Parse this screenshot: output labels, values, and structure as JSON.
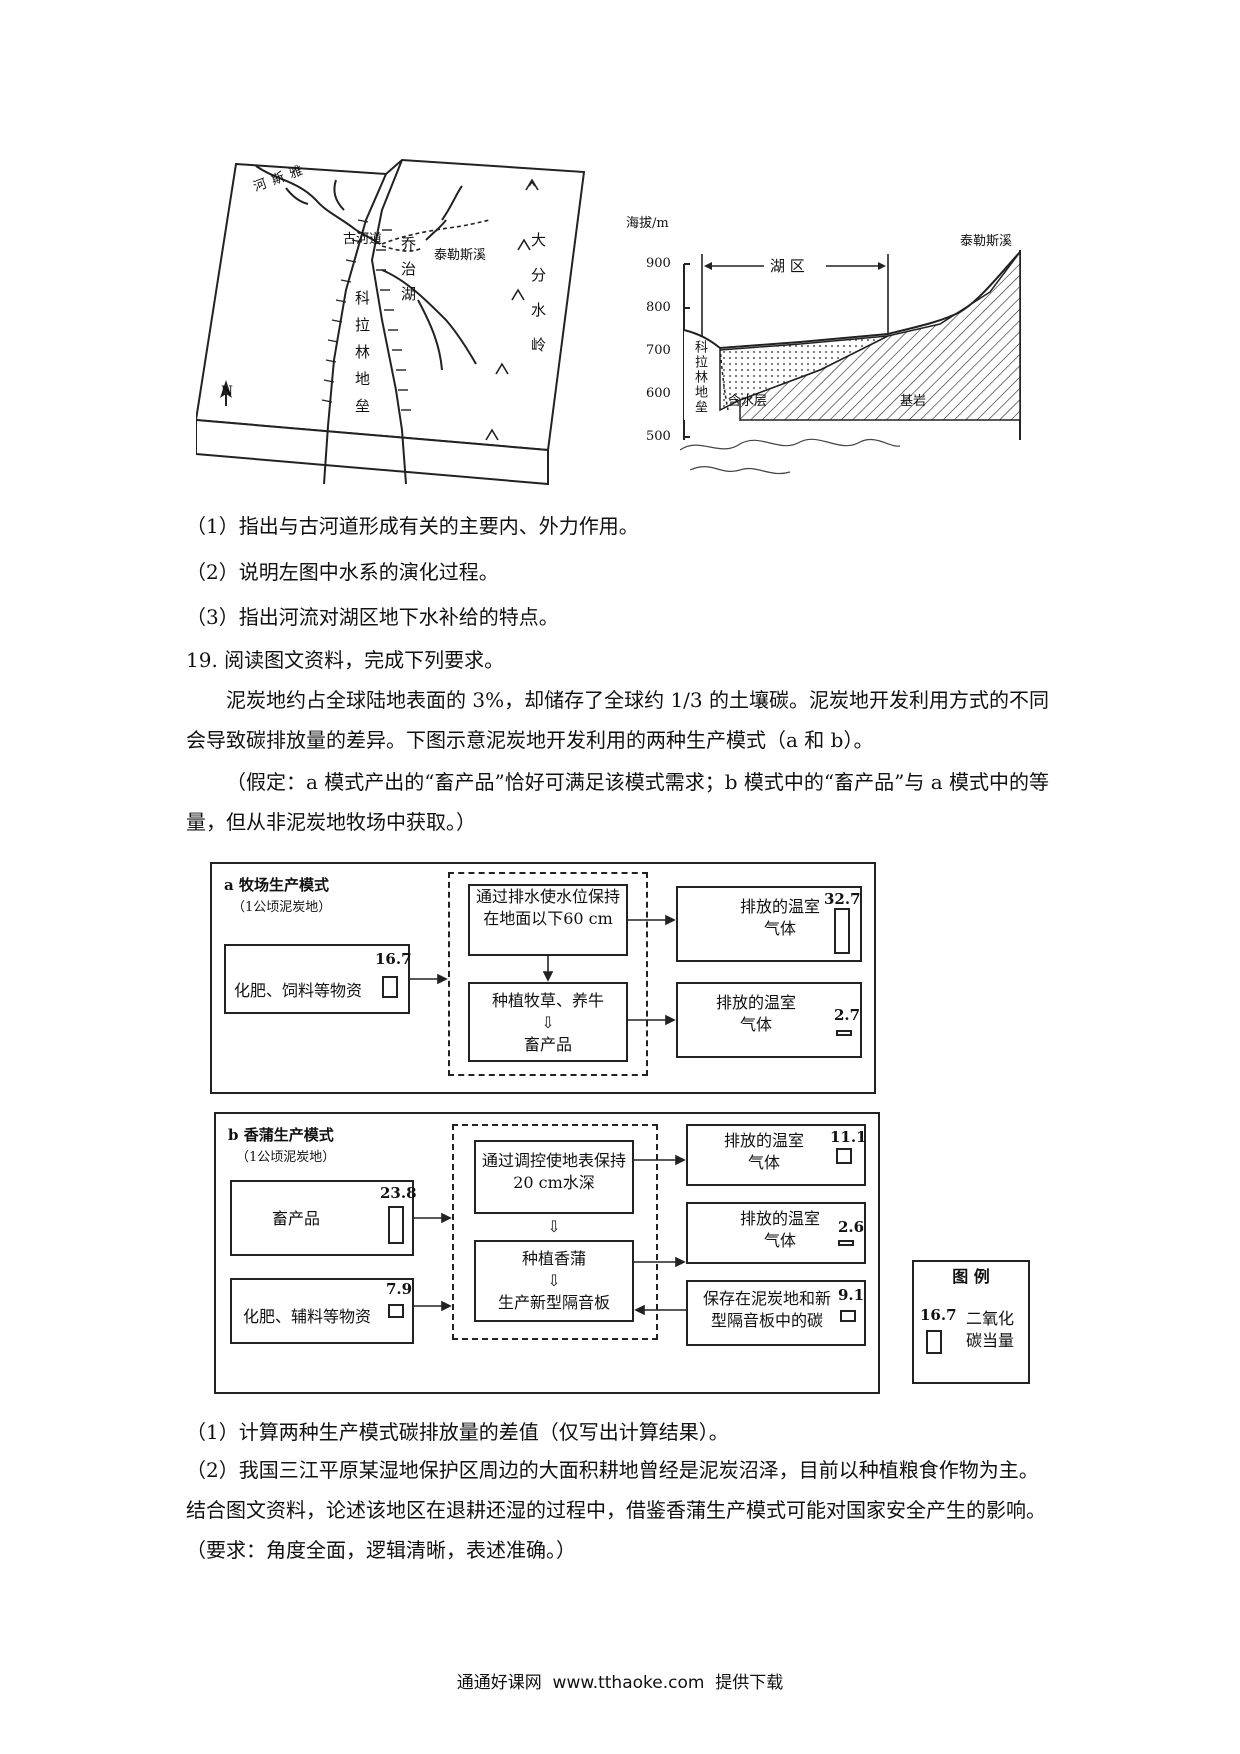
{
  "figure_left": {
    "labels": {
      "ya_si_he": "雅斯河",
      "gu_he_dao": "古河道",
      "qiao_zhi_hu": "乔治湖",
      "tai_le_si_xi": "泰勒斯溪",
      "dafen": "大分水岭",
      "kela": "科拉林地垒",
      "north": "N"
    }
  },
  "figure_right": {
    "y_label": "海拔/m",
    "y_ticks": [
      "900",
      "800",
      "700",
      "600",
      "500"
    ],
    "lake_zone": "湖 区",
    "tai_le_si_xi": "泰勒斯溪",
    "kela": "科拉林地垒",
    "aquifer": "含水层",
    "bedrock": "基岩"
  },
  "questions_18": [
    "（1）指出与古河道形成有关的主要内、外力作用。",
    "（2）说明左图中水系的演化过程。",
    "（3）指出河流对湖区地下水补给的特点。"
  ],
  "q19_heading": "19. 阅读图文资料，完成下列要求。",
  "q19_para1": "泥炭地约占全球陆地表面的 3%，却储存了全球约 1/3 的土壤碳。泥炭地开发利用方式的不同会导致碳排放量的差异。下图示意泥炭地开发利用的两种生产模式（a 和 b）。",
  "q19_para2": "（假定：a 模式产出的“畜产品”恰好可满足该模式需求；b 模式中的“畜产品”与 a 模式中的等量，但从非泥炭地牧场中获取。）",
  "diagram": {
    "a": {
      "title": "a 牧场生产模式",
      "subtitle": "（1公顷泥炭地）",
      "input_label": "化肥、饲料等物资",
      "input_value": "16.7",
      "step1": "通过排水使水位保持在地面以下60 cm",
      "step2": "种植牧草、养牛",
      "step3": "畜产品",
      "out1_label": "排放的温室气体",
      "out1_value": "32.7",
      "out2_label": "排放的温室气体",
      "out2_value": "2.7"
    },
    "b": {
      "title": "b 香蒲生产模式",
      "subtitle": "（1公顷泥炭地）",
      "in1_label": "畜产品",
      "in1_value": "23.8",
      "in2_label": "化肥、辅料等物资",
      "in2_value": "7.9",
      "step1": "通过调控使地表保持20 cm水深",
      "step2": "种植香蒲",
      "step3": "生产新型隔音板",
      "out1_label": "排放的温室气体",
      "out1_value": "11.1",
      "out2_label": "排放的温室气体",
      "out2_value": "2.6",
      "out3_label": "保存在泥炭地和新型隔音板中的碳",
      "out3_value": "9.1"
    },
    "legend": {
      "title": "图 例",
      "value": "16.7",
      "label": "二氧化碳当量"
    }
  },
  "questions_19": [
    "（1）计算两种生产模式碳排放量的差值（仅写出计算结果）。",
    "（2）我国三江平原某湿地保护区周边的大面积耕地曾经是泥炭沼泽，目前以种植粮食作物为主。结合图文资料，论述该地区在退耕还湿的过程中，借鉴香蒲生产模式可能对国家安全产生的影响。（要求：角度全面，逻辑清晰，表述准确。）"
  ],
  "footer": "通通好课网  www.tthaoke.com  提供下载"
}
